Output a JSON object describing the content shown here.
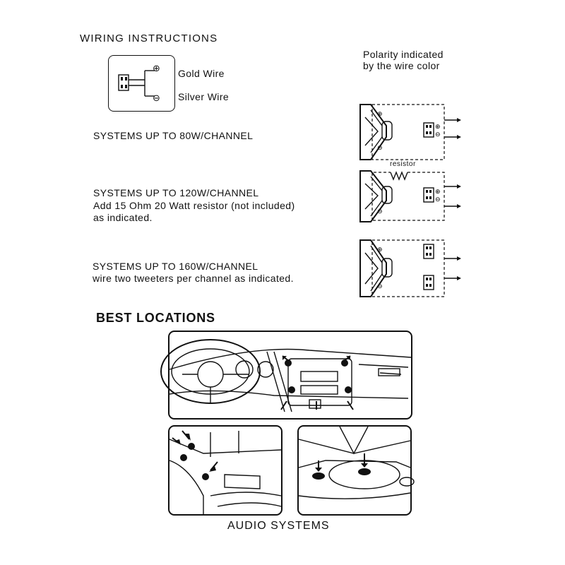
{
  "wiring": {
    "title": "WIRING INSTRUCTIONS",
    "legend_plus": "⊕",
    "legend_minus": "⊖",
    "gold_wire": "Gold Wire",
    "silver_wire": "Silver Wire",
    "polarity_line1": "Polarity indicated",
    "polarity_line2": "by the wire color"
  },
  "systems": [
    {
      "heading": "SYSTEMS UP TO 80W/CHANNEL",
      "note_line1": "",
      "note_line2": ""
    },
    {
      "heading": "SYSTEMS UP TO 120W/CHANNEL",
      "note_line1": "Add 15 Ohm 20 Watt resistor (not included)",
      "note_line2": "as indicated."
    },
    {
      "heading": "SYSTEMS UP TO 160W/CHANNEL",
      "note_line1": "wire two tweeters per channel as indicated.",
      "note_line2": ""
    }
  ],
  "resistor_label": "resistor",
  "best_locations": {
    "title": "BEST LOCATIONS"
  },
  "footer": {
    "brand": "AUDIO SYSTEMS"
  },
  "colors": {
    "ink": "#111111",
    "paper": "#ffffff"
  }
}
